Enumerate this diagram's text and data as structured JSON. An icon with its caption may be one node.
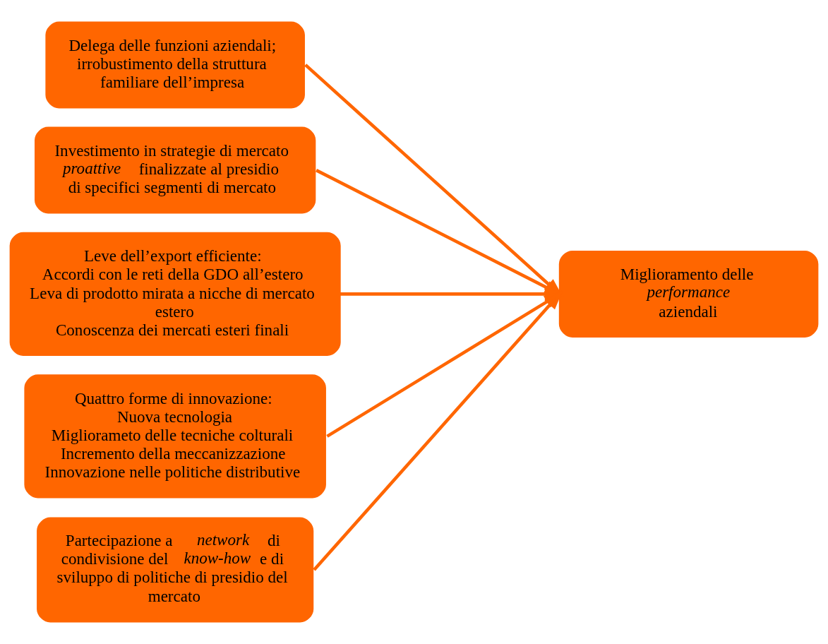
{
  "diagram": {
    "nodes": [
      {
        "text": [
          "Delega delle funzioni aziendali; irrobustimento della struttura familiare dell’impresa"
        ]
      },
      {
        "text": [
          "Investimento in strategie di mercato *proattive* finalizzate al presidio di specifici segmenti di mercato"
        ]
      },
      {
        "text": [
          "Leve dell’export efficiente:",
          "Accordi con le reti della GDO all’estero",
          "Leva di prodotto mirata a nicche di mercato estero",
          "Conoscenza dei mercati esteri finali"
        ]
      },
      {
        "text": [
          "Quattro forme di innovazione:",
          "Nuova tecnologia",
          "Migliorameto delle tecniche colturali",
          "Incremento della meccanizzazione",
          "Innovazione nelle politiche distributive"
        ]
      },
      {
        "text": [
          "Partecipazione a *network* di condivisione del *know-how* e di sviluppo di politiche di presidio del mercato"
        ]
      },
      {
        "text": [
          "Miglioramento delle *performance* aziendali"
        ]
      }
    ],
    "edges": [
      {
        "from": 0,
        "to": 5,
        "arrow": "to"
      },
      {
        "from": 1,
        "to": 5,
        "arrow": "to"
      },
      {
        "from": 2,
        "to": 5,
        "arrow": "to"
      },
      {
        "from": 3,
        "to": 5,
        "arrow": "to"
      },
      {
        "from": 4,
        "to": 5,
        "arrow": "to"
      }
    ]
  }
}
